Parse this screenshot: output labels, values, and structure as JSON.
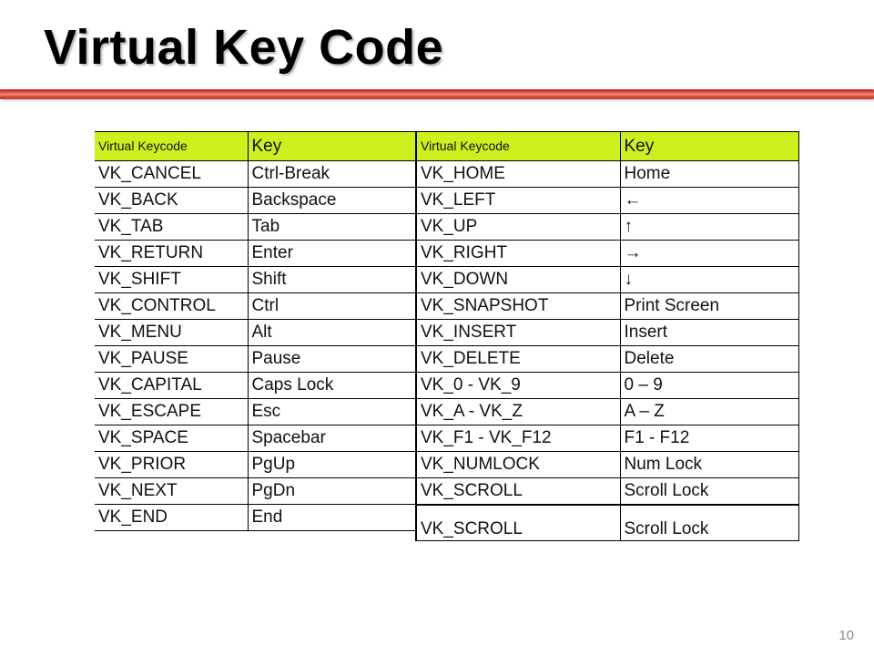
{
  "slide": {
    "title": "Virtual Key Code",
    "page_number": "10",
    "accent_bar_color": "#c9342a",
    "header_fill_color": "#ccf11f",
    "highlight_fill_color": "#f8c194",
    "page_number_color": "#8a8a8a"
  },
  "table": {
    "headers": [
      "Virtual Keycode",
      "Key",
      "Virtual Keycode",
      "Key"
    ],
    "left_rows": [
      {
        "code": "VK_CANCEL",
        "key": "Ctrl-Break",
        "highlight": false
      },
      {
        "code": "VK_BACK",
        "key": "Backspace",
        "highlight": false
      },
      {
        "code": "VK_TAB",
        "key": "Tab",
        "highlight": false
      },
      {
        "code": "VK_RETURN",
        "key": "Enter",
        "highlight": false
      },
      {
        "code": "VK_SHIFT",
        "key": "Shift",
        "highlight": false
      },
      {
        "code": "VK_CONTROL",
        "key": "Ctrl",
        "highlight": false
      },
      {
        "code": "VK_MENU",
        "key": "Alt",
        "highlight": false
      },
      {
        "code": "VK_PAUSE",
        "key": "Pause",
        "highlight": false
      },
      {
        "code": "VK_CAPITAL",
        "key": "Caps Lock",
        "highlight": false
      },
      {
        "code": "VK_ESCAPE",
        "key": "Esc",
        "highlight": false
      },
      {
        "code": "VK_SPACE",
        "key": "Spacebar",
        "highlight": true
      },
      {
        "code": "VK_PRIOR",
        "key": "PgUp",
        "highlight": false
      },
      {
        "code": "VK_NEXT",
        "key": "PgDn",
        "highlight": false
      },
      {
        "code": "VK_END",
        "key": "End",
        "highlight": false
      }
    ],
    "right_rows": [
      {
        "code": "VK_HOME",
        "key": "Home",
        "highlight": false,
        "arrow": false
      },
      {
        "code": "VK_LEFT",
        "key": "←",
        "highlight": true,
        "arrow": true
      },
      {
        "code": "VK_UP",
        "key": "↑",
        "highlight": true,
        "arrow": true
      },
      {
        "code": "VK_RIGHT",
        "key": "→",
        "highlight": true,
        "arrow": true
      },
      {
        "code": "VK_DOWN",
        "key": "↓",
        "highlight": true,
        "arrow": true
      },
      {
        "code": "VK_SNAPSHOT",
        "key": "Print Screen",
        "highlight": false,
        "arrow": false
      },
      {
        "code": "VK_INSERT",
        "key": "Insert",
        "highlight": false,
        "arrow": false
      },
      {
        "code": "VK_DELETE",
        "key": "Delete",
        "highlight": false,
        "arrow": false
      },
      {
        "code": "VK_0 - VK_9",
        "key": "0 – 9",
        "highlight": true,
        "arrow": false
      },
      {
        "code": "VK_A - VK_Z",
        "key": "A – Z",
        "highlight": true,
        "arrow": false
      },
      {
        "code": "VK_F1 - VK_F12",
        "key": "F1 - F12",
        "highlight": false,
        "arrow": false
      },
      {
        "code": "VK_NUMLOCK",
        "key": "Num Lock",
        "highlight": false,
        "arrow": false
      },
      {
        "code": "VK_SCROLL",
        "key": "Scroll Lock",
        "highlight": false,
        "arrow": false
      },
      {
        "code": "VK_SCROLL",
        "key": "Scroll Lock",
        "highlight": false,
        "arrow": false,
        "offset": true
      }
    ]
  }
}
